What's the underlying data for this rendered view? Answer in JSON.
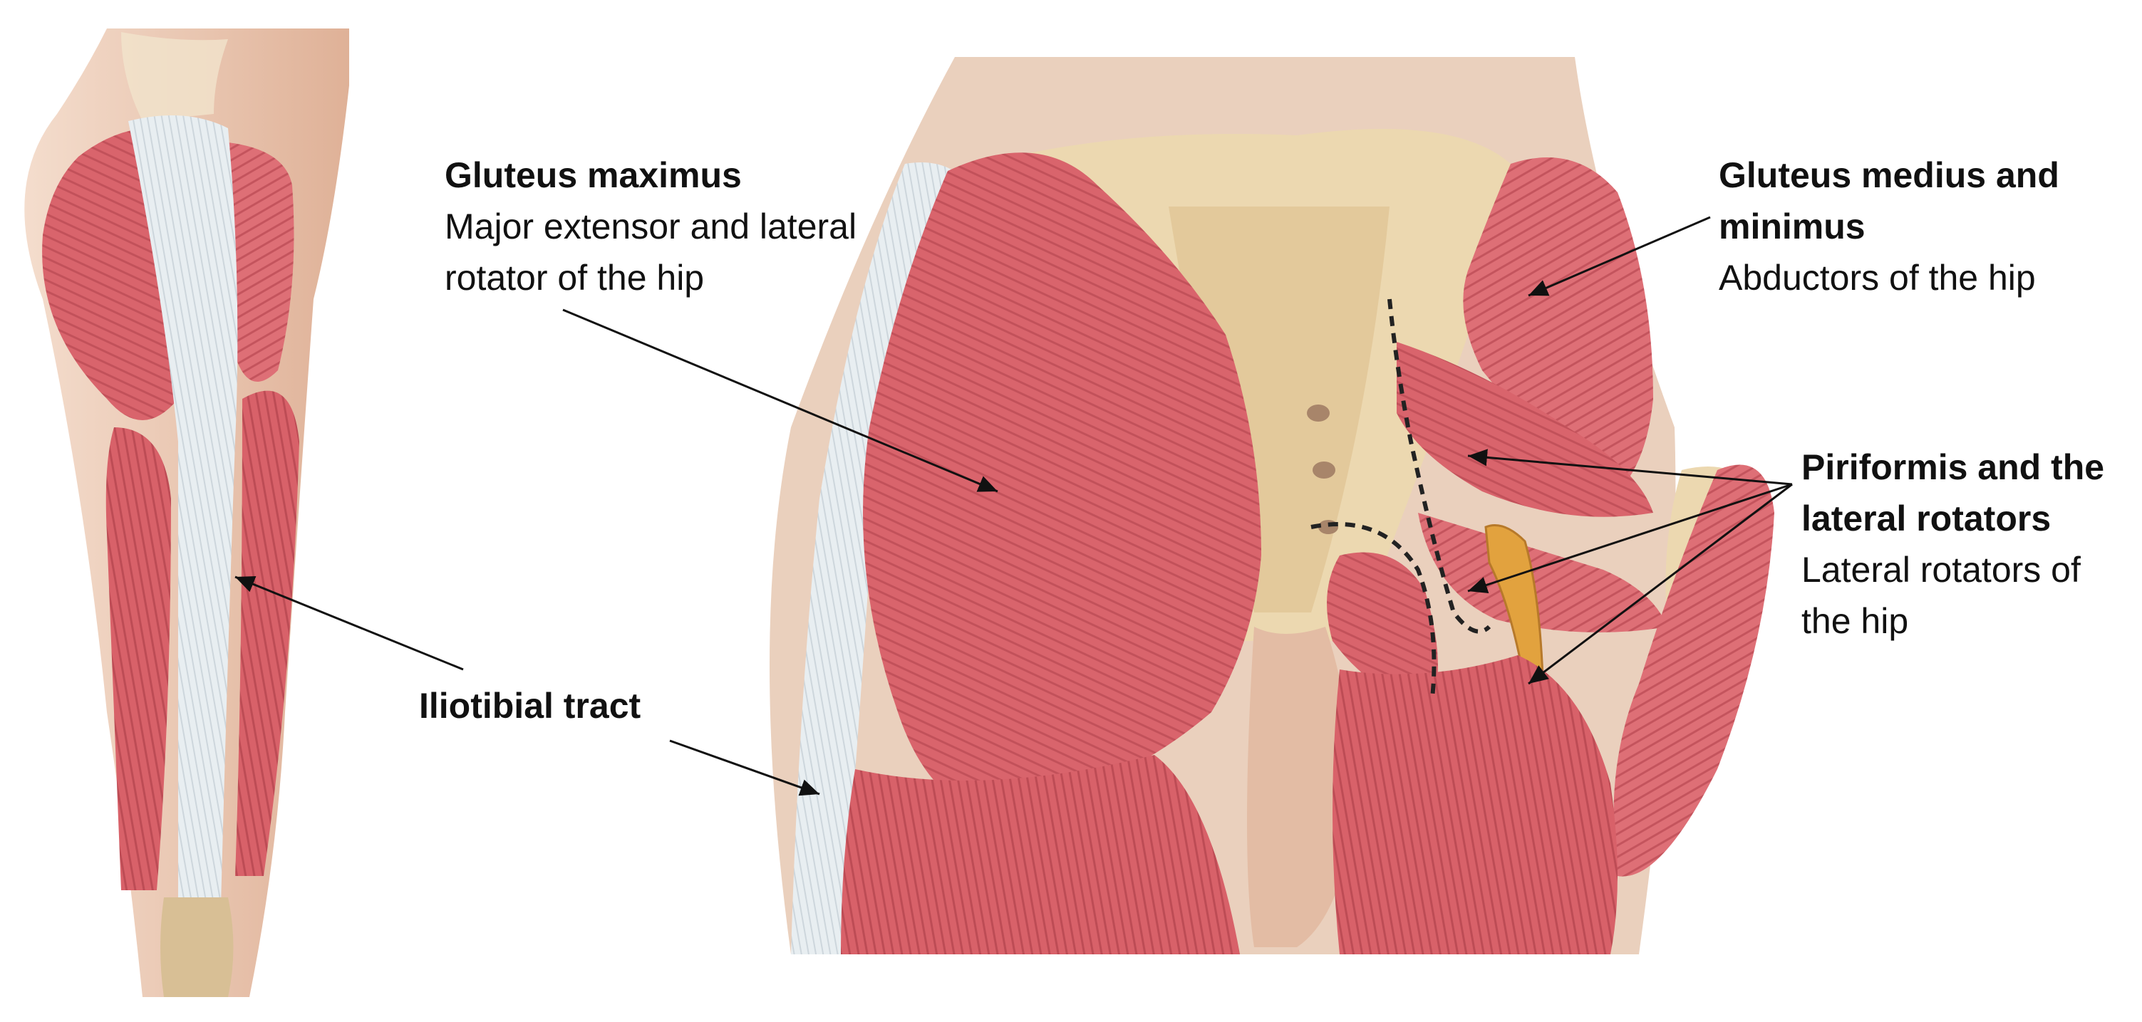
{
  "labels": {
    "gluteus_maximus": {
      "title": "Gluteus maximus",
      "desc": "Major extensor and lateral rotator of the hip"
    },
    "gluteus_medius_minimus": {
      "title": "Gluteus medius and minimus",
      "desc": "Abductors of the hip"
    },
    "piriformis": {
      "title": "Piriformis and the lateral rotators",
      "desc": "Lateral rotators of the hip"
    },
    "iliotibial_tract": {
      "title": "Iliotibial tract"
    }
  },
  "colors": {
    "muscle": "#d9646c",
    "muscle_dark": "#b9464f",
    "fascia": "#e6ecef",
    "bone": "#ecd8b0",
    "skin": "#e7bca4",
    "nerve": "#e2a23e"
  }
}
